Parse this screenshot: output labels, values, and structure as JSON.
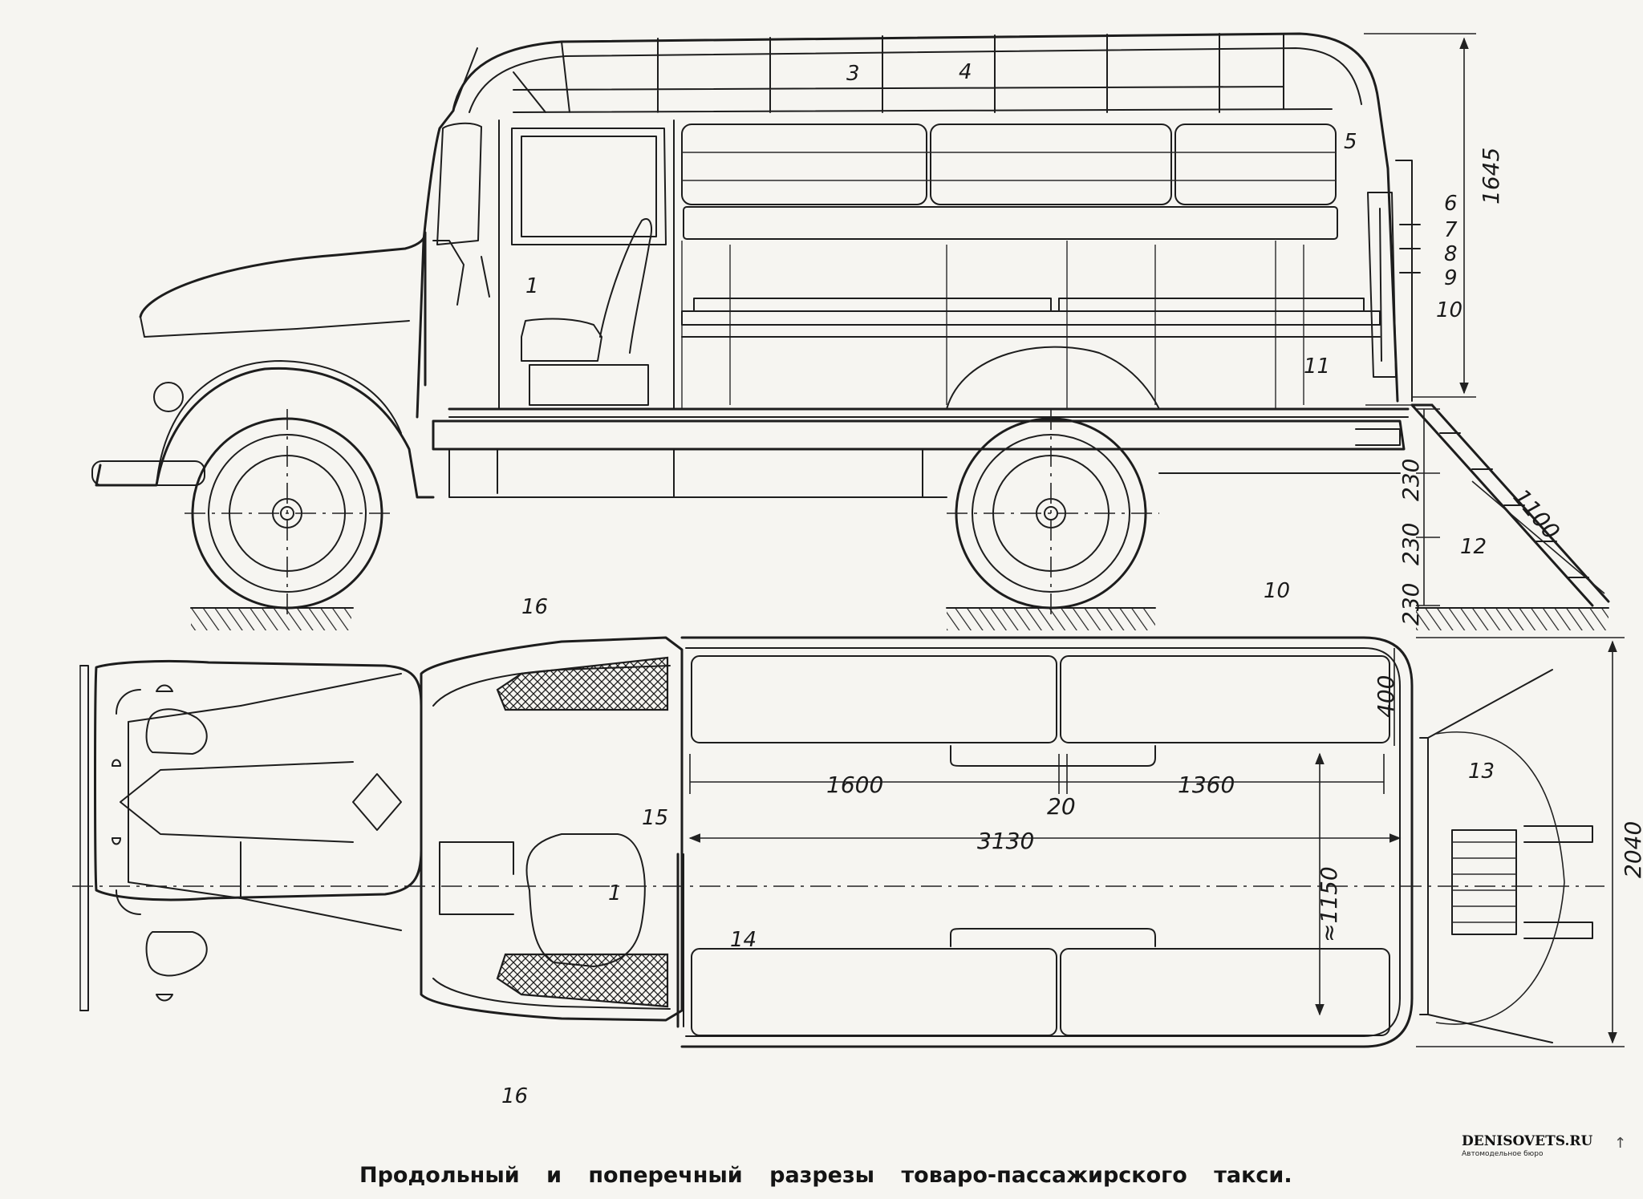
{
  "caption": "Продольный и поперечный разрезы товаро-пассажирского такси.",
  "watermark": {
    "name": "DENISOVETS.RU",
    "subtitle": "Автомодельное бюро"
  },
  "side_view": {
    "callouts": [
      "1",
      "3",
      "4",
      "5",
      "6",
      "7",
      "8",
      "9",
      "10",
      "11",
      "12"
    ],
    "dimensions": {
      "height": "1645",
      "step_1": "230",
      "step_2": "230",
      "step_3": "230",
      "ladder": "1100"
    }
  },
  "plan_view": {
    "callouts": [
      "16",
      "10",
      "13",
      "15",
      "1",
      "14",
      "16"
    ],
    "dimensions": {
      "bench_1": "1600",
      "gap": "20",
      "bench_2": "1360",
      "length": "3130",
      "inner_width": "≈1150",
      "bench_depth": "400",
      "outer_width": "2040"
    }
  }
}
